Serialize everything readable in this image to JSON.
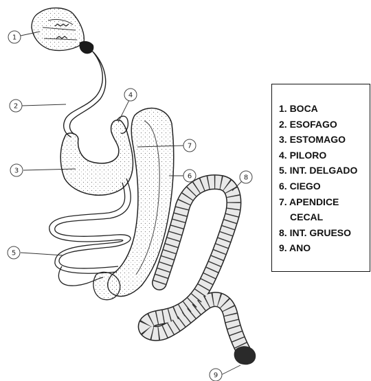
{
  "callouts": [
    "1",
    "2",
    "3",
    "4",
    "5",
    "6",
    "7",
    "8",
    "9"
  ],
  "legend": {
    "items": [
      "1.  BOCA",
      "2.  ESOFAGO",
      "3.  ESTOMAGO",
      "4.  PILORO",
      "5.  INT.  DELGADO",
      "6.  CIEGO",
      "7.  APENDICE",
      "CECAL",
      "8.  INT. GRUESO",
      "9.  ANO"
    ]
  }
}
